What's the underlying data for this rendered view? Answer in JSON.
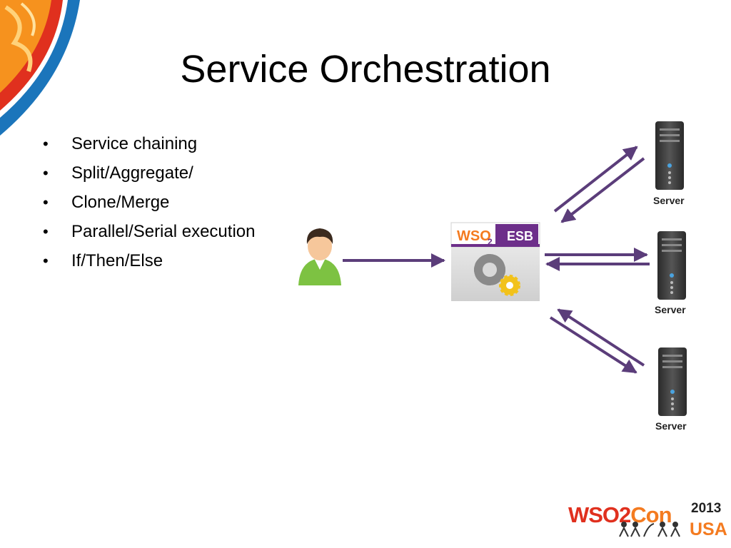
{
  "slide": {
    "title": "Service Orchestration",
    "bullets": [
      "Service chaining",
      "Split/Aggregate/",
      "Clone/Merge",
      "Parallel/Serial execution",
      "If/Then/Else"
    ]
  },
  "diagram": {
    "esb_logo_text": "WSO",
    "esb_logo_subscript": "2",
    "esb_label": "ESB",
    "servers": [
      {
        "label": "Server"
      },
      {
        "label": "Server"
      },
      {
        "label": "Server"
      }
    ],
    "arrow_color": "#5b3d7a"
  },
  "footer": {
    "brand_part1": "WSO2",
    "brand_part2": "Con",
    "year": "2013",
    "location": "USA",
    "brand_color_orange": "#f47b20",
    "brand_color_red": "#e0301e"
  },
  "icons": [
    "user-icon",
    "gears-icon",
    "server-icon",
    "corner-decoration"
  ]
}
